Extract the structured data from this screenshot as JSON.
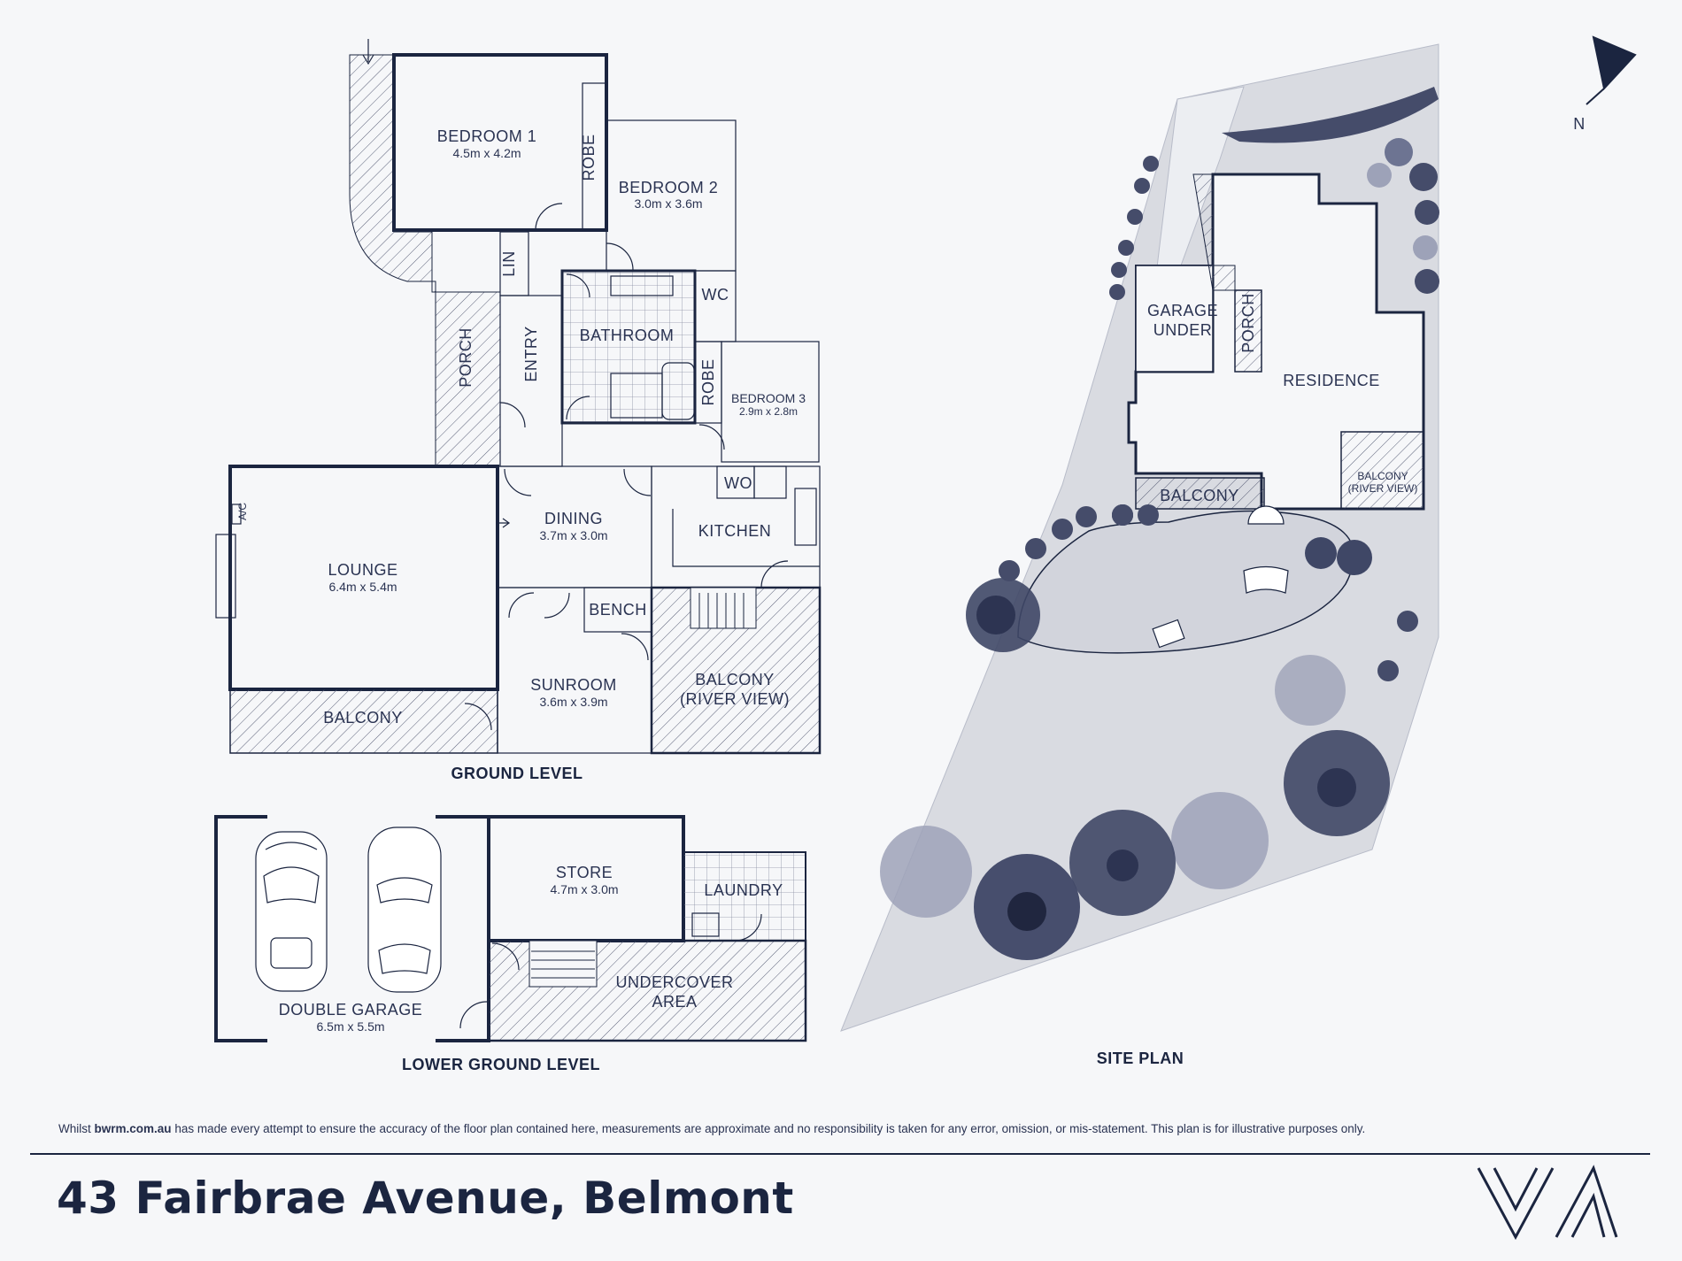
{
  "levels": {
    "ground": "GROUND LEVEL",
    "lower": "LOWER GROUND LEVEL",
    "site": "SITE PLAN"
  },
  "rooms": {
    "bedroom1": {
      "name": "BEDROOM 1",
      "size": "4.5m x 4.2m"
    },
    "bedroom2": {
      "name": "BEDROOM 2",
      "size": "3.0m x 3.6m"
    },
    "bedroom3": {
      "name": "BEDROOM 3",
      "size": "2.9m x 2.8m"
    },
    "robe": "ROBE",
    "lin": "LIN",
    "wc": "WC",
    "bathroom": "BATHROOM",
    "entry": "ENTRY",
    "porch": "PORCH",
    "lounge": {
      "name": "LOUNGE",
      "size": "6.4m x 5.4m"
    },
    "ac": "A/C",
    "dining": {
      "name": "DINING",
      "size": "3.7m x 3.0m"
    },
    "kitchen": "KITCHEN",
    "wo": "WO",
    "bench": "BENCH",
    "sunroom": {
      "name": "SUNROOM",
      "size": "3.6m x 3.9m"
    },
    "balcony": "BALCONY",
    "balcony_river_1": "BALCONY",
    "balcony_river_2": "(RIVER VIEW)",
    "store": {
      "name": "STORE",
      "size": "4.7m x 3.0m"
    },
    "laundry": "LAUNDRY",
    "undercover_1": "UNDERCOVER",
    "undercover_2": "AREA",
    "garage": {
      "name": "DOUBLE GARAGE",
      "size": "6.5m x 5.5m"
    }
  },
  "site": {
    "garage_under_1": "GARAGE",
    "garage_under_2": "UNDER",
    "porch": "PORCH",
    "residence": "RESIDENCE",
    "balcony": "BALCONY",
    "balcony_river_1": "BALCONY",
    "balcony_river_2": "(RIVER VIEW)",
    "north": "N"
  },
  "footer": {
    "disclaimer_pre": "Whilst",
    "disclaimer_site": "bwrm.com.au",
    "disclaimer_post": "has made every attempt to ensure the accuracy of the floor plan contained here, measurements are approximate and no responsibility is taken for any error, omission, or mis-statement. This plan is for illustrative purposes only.",
    "address": "43 Fairbrae Avenue, Belmont"
  },
  "colors": {
    "ink": "#1b2540",
    "site_fill": "#d9dbe1",
    "tree_dark": "#3f4766",
    "tree_mid": "#6d7492",
    "tree_light": "#9da2b8"
  }
}
